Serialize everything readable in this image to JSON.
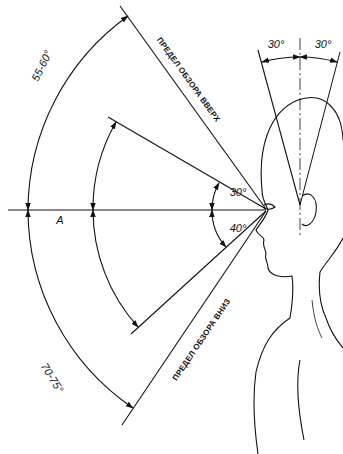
{
  "diagram": {
    "labels": [
      "55-60°",
      "ПРЕДЕЛ ОБЗОРА ВВЕРХ",
      "30°",
      "40°",
      "A",
      "ПРЕДЕЛ ОБЗОРА ВНИЗ",
      "70-75°",
      "30°",
      "30°"
    ]
  }
}
